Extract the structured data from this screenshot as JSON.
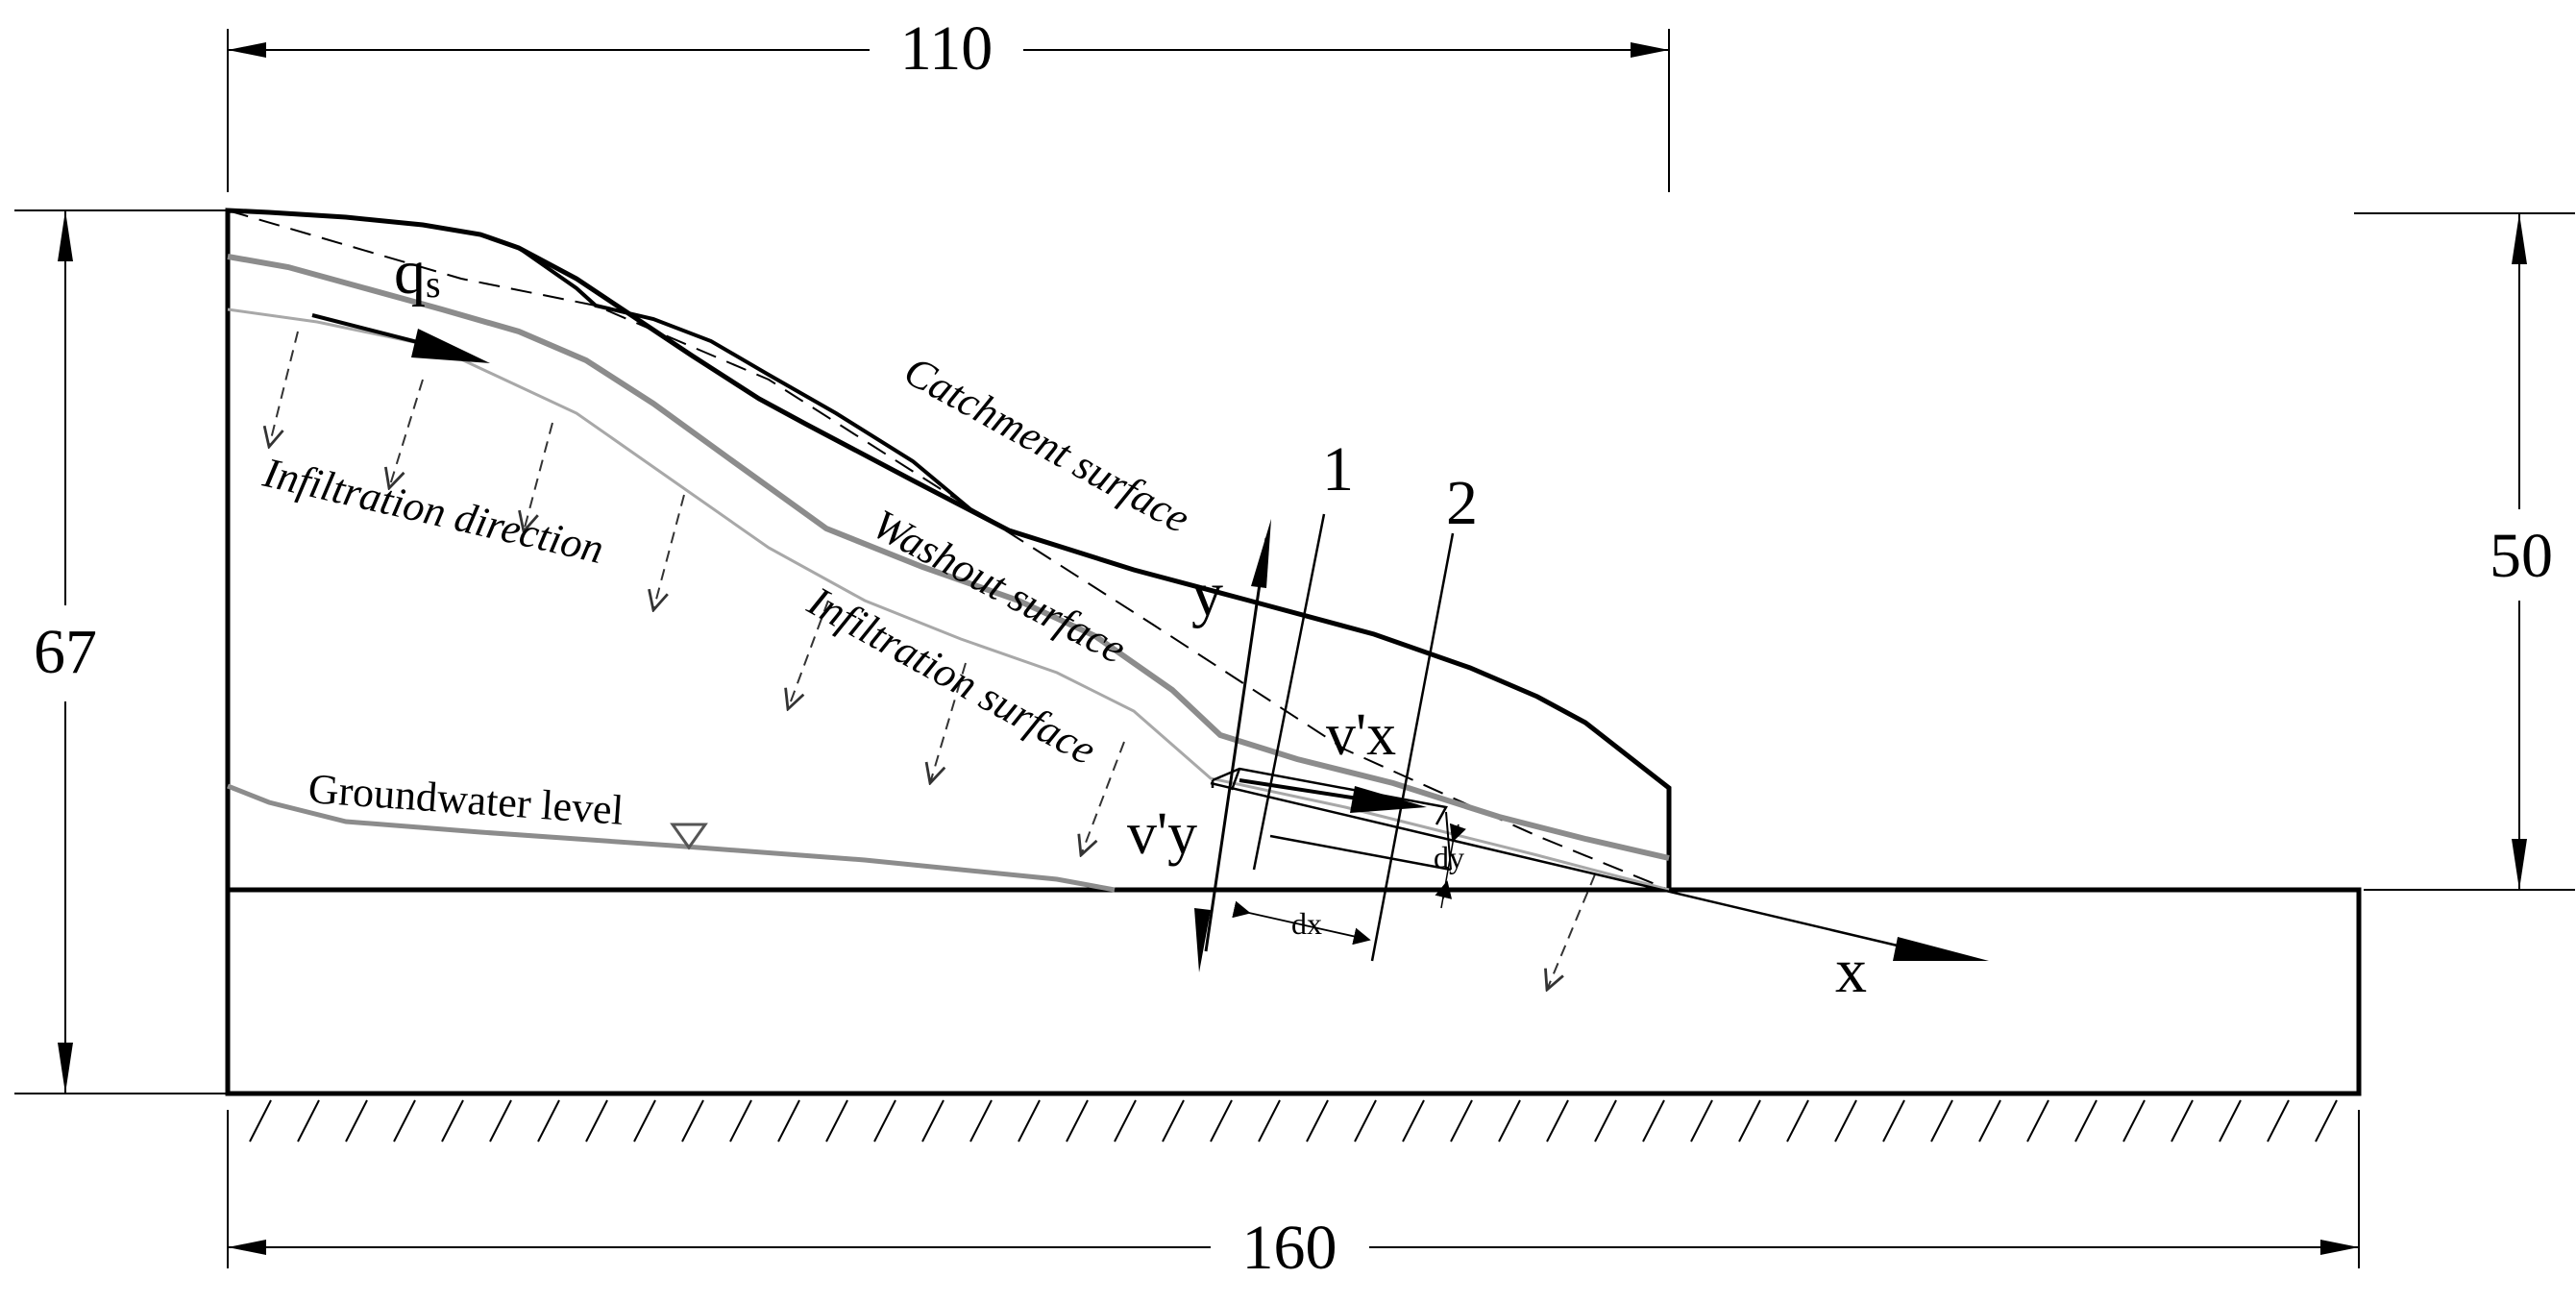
{
  "dimensions": {
    "top_width": "110",
    "left_height": "67",
    "right_height": "50",
    "bottom_width": "160"
  },
  "labels": {
    "qs_main": "q",
    "qs_sub": "s",
    "catchment": "Catchment surface",
    "washout": "Washout surface",
    "infiltration_surface": "Infiltration surface",
    "infiltration_direction": "Infiltration direction",
    "groundwater": "Groundwater level",
    "axis_y": "y",
    "axis_x": "x",
    "section_1": "1",
    "section_2": "2",
    "vx": "v'x",
    "vy": "v'y",
    "dx": "dx",
    "dy": "dy"
  },
  "colors": {
    "ink": "#000000",
    "washout": "#8c8c8c",
    "infiltration": "#a8a8a8",
    "groundwater": "#8c8c8c"
  }
}
